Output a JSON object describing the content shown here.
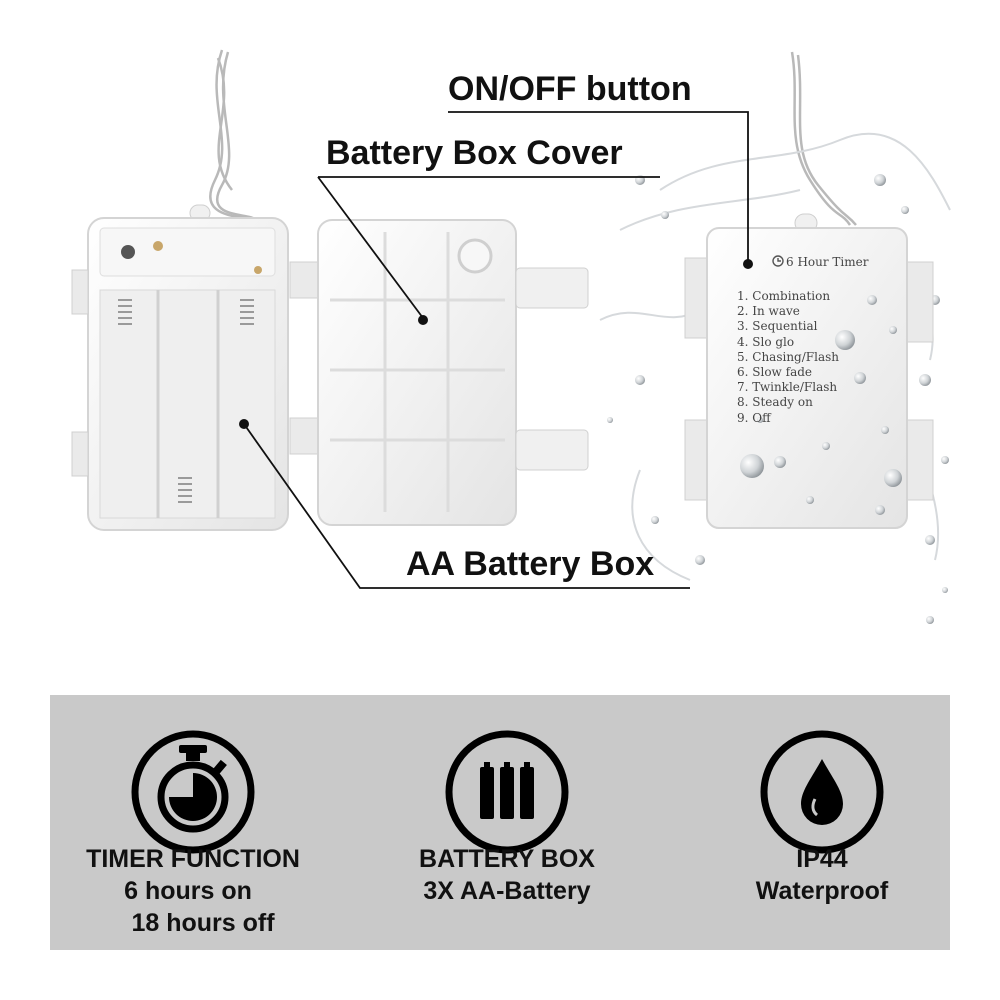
{
  "callouts": {
    "on_off": "ON/OFF button",
    "cover": "Battery Box Cover",
    "aa_box": "AA Battery Box"
  },
  "remote": {
    "timer_label": "6 Hour Timer",
    "modes": [
      "1. Combination",
      "2. In wave",
      "3. Sequential",
      "4. Slo glo",
      "5. Chasing/Flash",
      "6. Slow fade",
      "7. Twinkle/Flash",
      "8. Steady on",
      "9. Off"
    ]
  },
  "features": [
    {
      "icon": "stopwatch-icon",
      "title": "TIMER FUNCTION",
      "lines": [
        "6 hours on",
        "18 hours off"
      ]
    },
    {
      "icon": "battery-icon",
      "title": "BATTERY BOX",
      "lines": [
        "3X AA-Battery"
      ]
    },
    {
      "icon": "water-drop-icon",
      "title": "IP44",
      "lines": [
        "Waterproof"
      ]
    }
  ],
  "colors": {
    "panel_bg": "#c9c9c9",
    "text": "#111111",
    "plastic": "#f3f3f3"
  }
}
